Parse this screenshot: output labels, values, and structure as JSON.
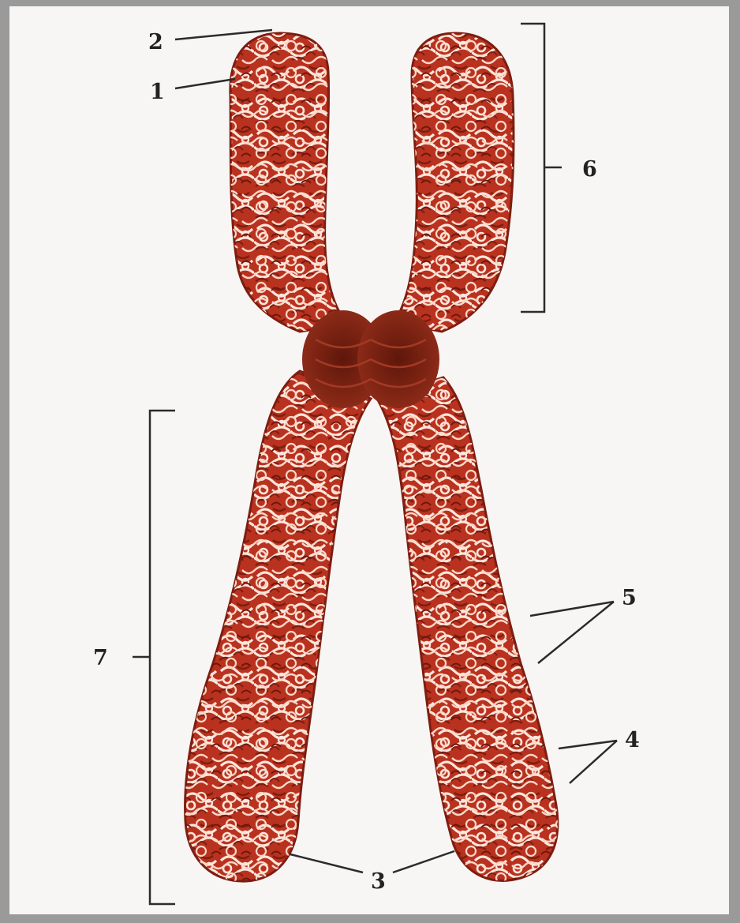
{
  "diagram": {
    "labels": {
      "l1": "1",
      "l2": "2",
      "l3": "3",
      "l4": "4",
      "l5": "5",
      "l6": "6",
      "l7": "7"
    }
  },
  "colors": {
    "frame": "#9a9a9a",
    "background": "#f7f6f4",
    "chromatid": "#b9321f",
    "chromatid_dark": "#7e1d10",
    "coil_highlight": "#fde6dc",
    "centromere": "#7a2414",
    "lines": "#2b2b2b"
  }
}
